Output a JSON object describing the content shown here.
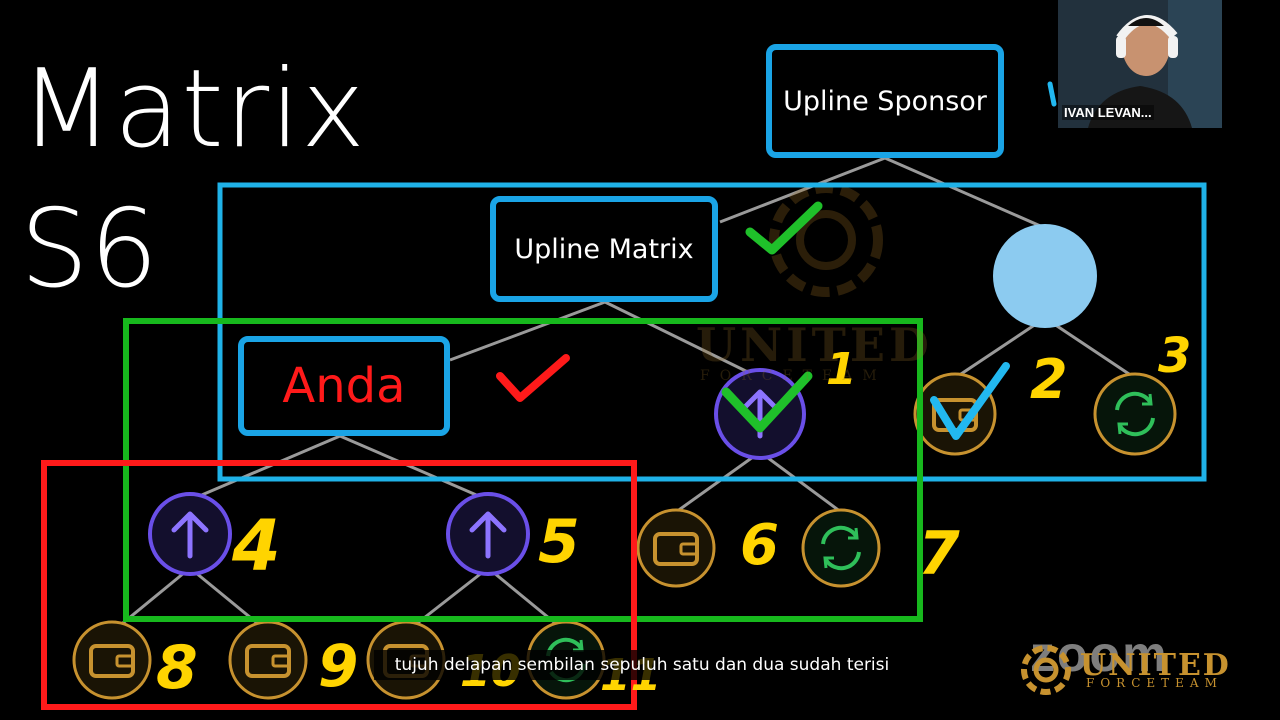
{
  "slide": {
    "title_line1": "Matrix",
    "title_line2": "S6",
    "boxes": {
      "upline_sponsor": "Upline Sponsor",
      "upline_matrix": "Upline Matrix",
      "you": "Anda"
    },
    "watermark": {
      "name": "UNITED",
      "sub": "FORCETEAM"
    },
    "icons": {
      "up_arrow": "up-arrow-icon",
      "wallet": "wallet-icon",
      "recycle": "recycle-icon"
    },
    "handwritten_numbers": [
      "1",
      "2",
      "3",
      "4",
      "5",
      "6",
      "7",
      "8",
      "9",
      "10",
      "11"
    ],
    "colors": {
      "blue": "#1aa4e6",
      "green": "#17b81d",
      "red": "#ff1a1a",
      "yellow": "#ffd400",
      "gold": "#c7922f",
      "purple": "#6a4fe8"
    }
  },
  "webcam": {
    "name": "IVAN LEVAN..."
  },
  "caption": "tujuh delapan sembilan sepuluh satu dan dua sudah terisi",
  "zoom_logo": "zoom",
  "brand": {
    "name": "UNITED",
    "sub": "FORCETEAM"
  }
}
